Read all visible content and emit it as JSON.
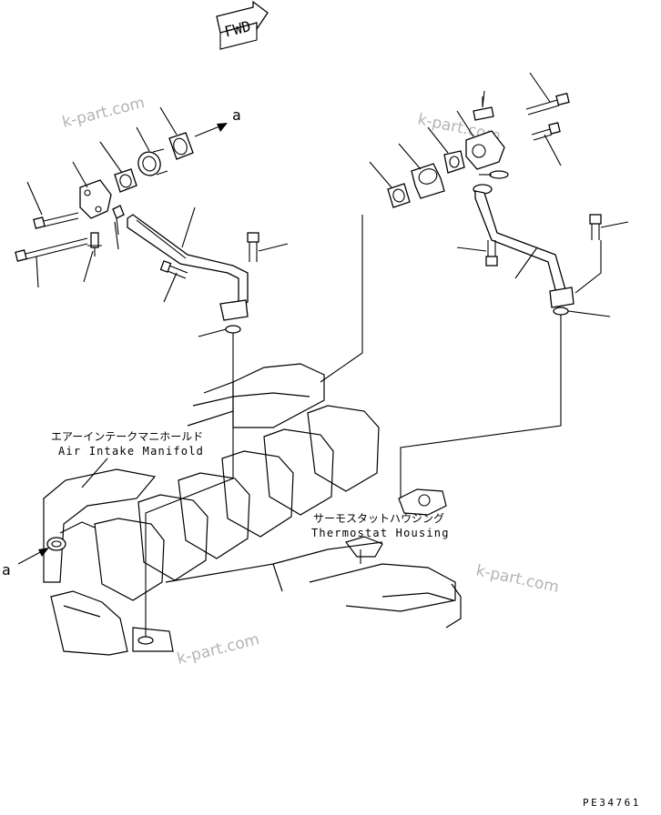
{
  "direction_arrow": {
    "label": "FWD"
  },
  "callouts": {
    "a_top": "a",
    "a_left": "a"
  },
  "labels": {
    "air_intake_manifold_jp": "エアーインテークマニホールド",
    "air_intake_manifold_en": "Air Intake Manifold",
    "thermostat_housing_jp": "サーモスタットハウジング",
    "thermostat_housing_en": "Thermostat Housing"
  },
  "watermarks": [
    "k-part.com",
    "k-part.com",
    "k-part.com",
    "k-part.com"
  ],
  "diagram_code": "PE34761"
}
